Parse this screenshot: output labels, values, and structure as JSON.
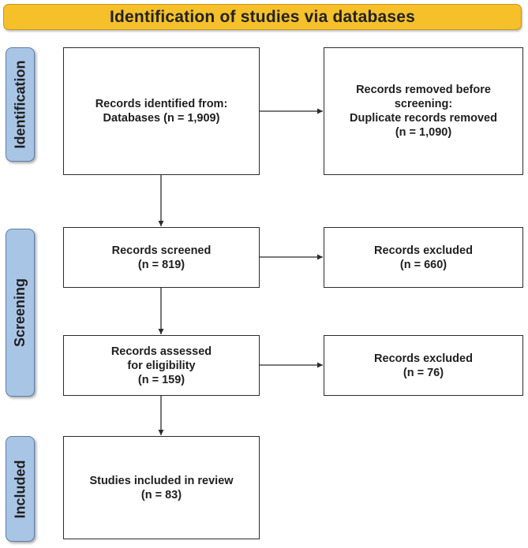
{
  "header": {
    "title": "Identification of studies via databases"
  },
  "stages": {
    "identification": "Identification",
    "screening": "Screening",
    "included": "Included"
  },
  "boxes": {
    "records_identified": {
      "line1": "Records identified from:",
      "line2": "Databases (n = 1,909)"
    },
    "records_removed": {
      "line1": "Records removed before",
      "line2": "screening:",
      "line3": "Duplicate records removed",
      "line4": "(n = 1,090)"
    },
    "records_screened": {
      "line1": "Records screened",
      "line2": "(n = 819)"
    },
    "records_excluded_1": {
      "line1": "Records excluded",
      "line2": "(n = 660)"
    },
    "records_assessed": {
      "line1": "Records assessed",
      "line2": "for eligibility",
      "line3": "(n = 159)"
    },
    "records_excluded_2": {
      "line1": "Records excluded",
      "line2": "(n = 76)"
    },
    "studies_included": {
      "line1": "Studies included in review",
      "line2": "(n = 83)"
    }
  },
  "colors": {
    "banner": "#f5c02a",
    "stage": "#a9c5e6",
    "border": "#2b2b2b"
  }
}
